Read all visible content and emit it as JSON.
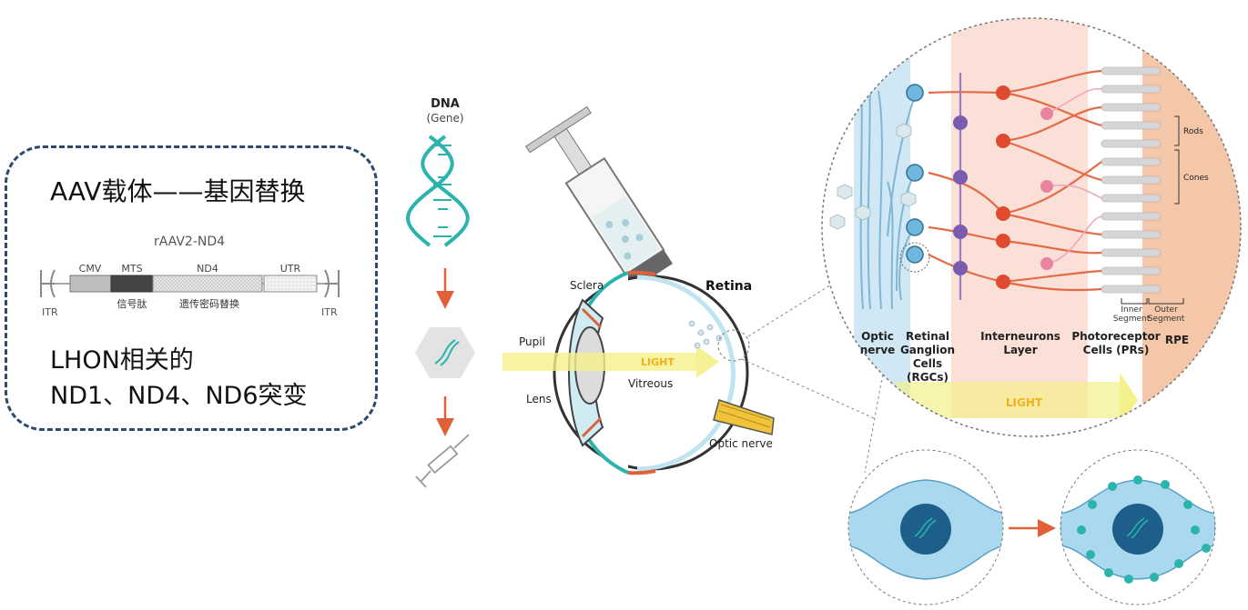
{
  "panel": {
    "title": "AAV载体——基因替换",
    "construct_name": "rAAV2-ND4",
    "segments": {
      "cmv": "CMV",
      "mts": "MTS",
      "nd4": "ND4",
      "utr": "UTR"
    },
    "itr_left": "ITR",
    "itr_right": "ITR",
    "mts_caption": "信号肽",
    "nd4_caption": "遗传密码替换",
    "mutation_line1": "LHON相关的",
    "mutation_line2": "ND1、ND4、ND6突变"
  },
  "flow": {
    "dna_label": "DNA",
    "gene_label": "(Gene)"
  },
  "eye": {
    "sclera": "Sclera",
    "retina": "Retina",
    "pupil": "Pupil",
    "light": "LIGHT",
    "lens": "Lens",
    "vitreous": "Vitreous",
    "optic_nerve": "Optic nerve"
  },
  "retina_detail": {
    "rods": "Rods",
    "cones": "Cones",
    "inner_segment_1": "Inner",
    "inner_segment_2": "Segment",
    "outer_segment_1": "Outer",
    "outer_segment_2": "Segment",
    "optic_nerve_1": "Optic",
    "optic_nerve_2": "nerve",
    "rgc_1": "Retinal",
    "rgc_2": "Ganglion",
    "rgc_3": "Cells",
    "rgc_4": "(RGCs)",
    "interneurons_1": "Interneurons",
    "interneurons_2": "Layer",
    "photo_1": "Photoreceptor",
    "photo_2": "Cells (PRs)",
    "rpe": "RPE",
    "light": "LIGHT"
  },
  "colors": {
    "panel_border": "#2c4a70",
    "dna_teal": "#2bb3ae",
    "arrow_orange": "#e0603a",
    "light_yellow": "#f4f08a",
    "optic_zone": "#cfe8f4",
    "interneuron_zone": "#fbe0d8",
    "rpe_zone": "#f3c7a8"
  }
}
